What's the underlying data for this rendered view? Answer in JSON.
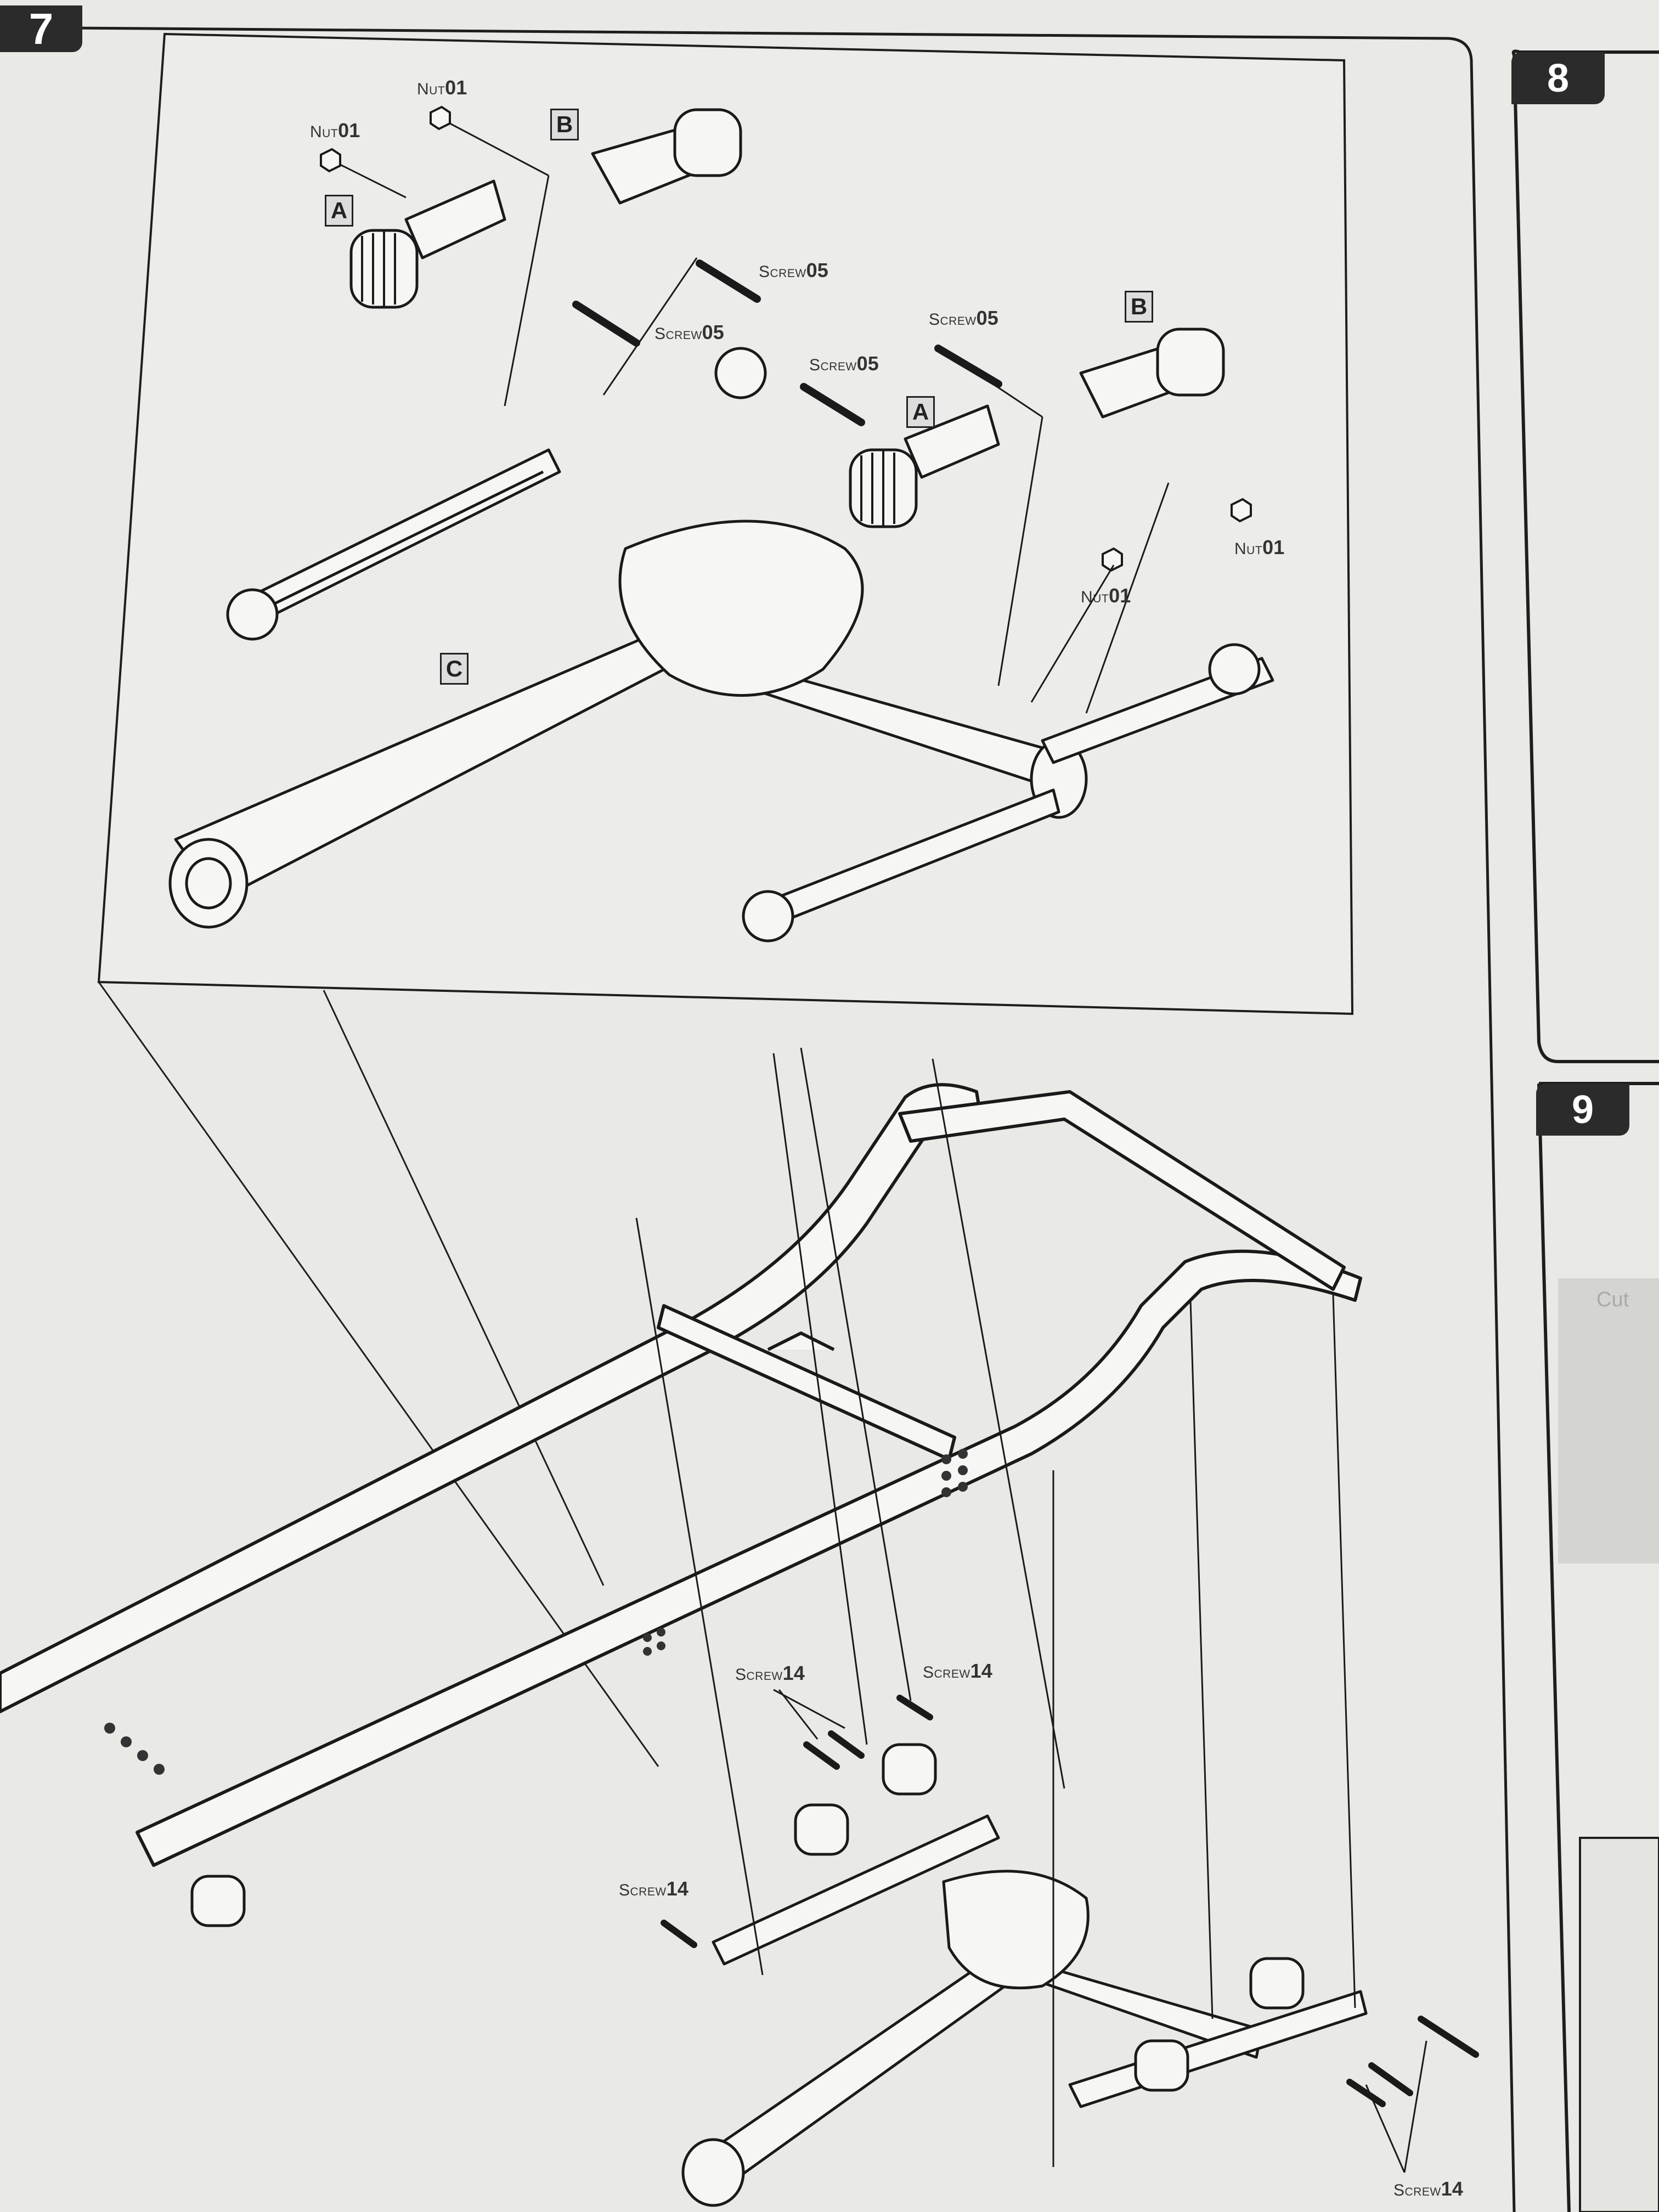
{
  "step_main": {
    "number": "7"
  },
  "step_side_top": {
    "number": "8"
  },
  "step_side_bottom": {
    "number": "9"
  },
  "part_letters": {
    "a": "A",
    "b": "B",
    "c": "C"
  },
  "hardware": {
    "nut": {
      "prefix": "Nut",
      "num": "01"
    },
    "screw05": {
      "prefix": "Screw",
      "num": "05"
    },
    "screw14": {
      "prefix": "Screw",
      "num": "14"
    }
  },
  "side_panel_text": {
    "cut": "Cut"
  }
}
